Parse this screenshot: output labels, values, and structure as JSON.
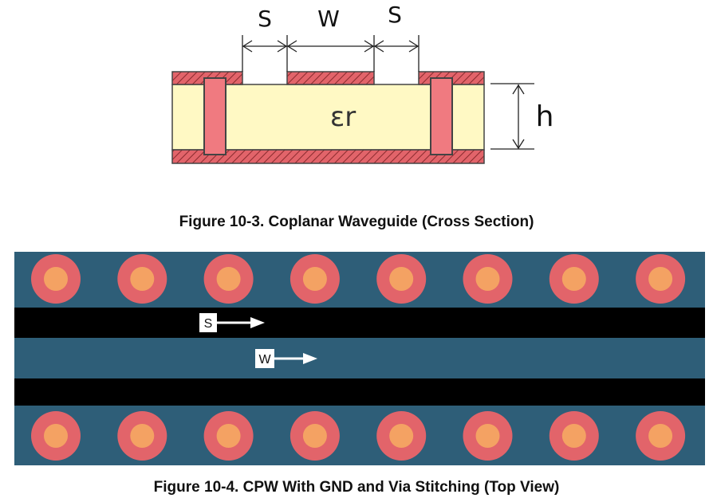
{
  "cross_section": {
    "gap_label_left": "S",
    "width_label": "W",
    "gap_label_right": "S",
    "dielectric_label": "εr",
    "height_label": "h",
    "caption": "Figure 10-3. Coplanar Waveguide (Cross Section)",
    "colors": {
      "copper": "#e2646a",
      "dielectric": "#fff9c4",
      "via": "#f07a80"
    }
  },
  "top_view": {
    "gap_label": "S",
    "width_label": "W",
    "caption": "Figure 10-4. CPW With GND and Via Stitching (Top View)",
    "vias_per_row": 8,
    "colors": {
      "ground": "#2e5e78",
      "gap": "#000000",
      "via_outer": "#e2646a",
      "via_inner": "#f4a263"
    }
  }
}
